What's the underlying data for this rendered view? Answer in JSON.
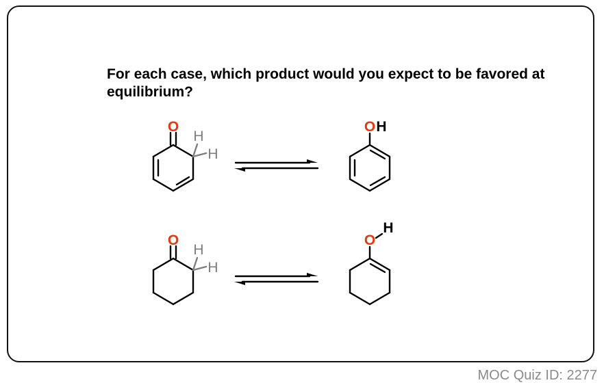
{
  "question": {
    "text": "For each case, which product would you expect to be favored at equilibrium?"
  },
  "footer": {
    "quiz_id": "MOC Quiz ID: 2277"
  },
  "reactions": [
    {
      "reactant": {
        "name": "cyclohexadienone",
        "atom_labels": {
          "oxygen": "O",
          "h1": "H",
          "h2": "H"
        }
      },
      "arrow": "equilibrium",
      "product": {
        "name": "phenol",
        "atom_labels": {
          "oxygen": "O",
          "hydrogen": "H"
        }
      }
    },
    {
      "reactant": {
        "name": "cyclohexanone",
        "atom_labels": {
          "oxygen": "O",
          "h1": "H",
          "h2": "H"
        }
      },
      "arrow": "equilibrium",
      "product": {
        "name": "cyclohexenol",
        "atom_labels": {
          "oxygen": "O",
          "hydrogen": "H"
        }
      }
    }
  ],
  "colors": {
    "oxygen": "#e8380d",
    "hydrogen_reactant": "#7d7d7d",
    "hydrogen_product": "#000000",
    "bond": "#000000",
    "footer_text": "#8a8a8a",
    "frame": "#111111"
  }
}
